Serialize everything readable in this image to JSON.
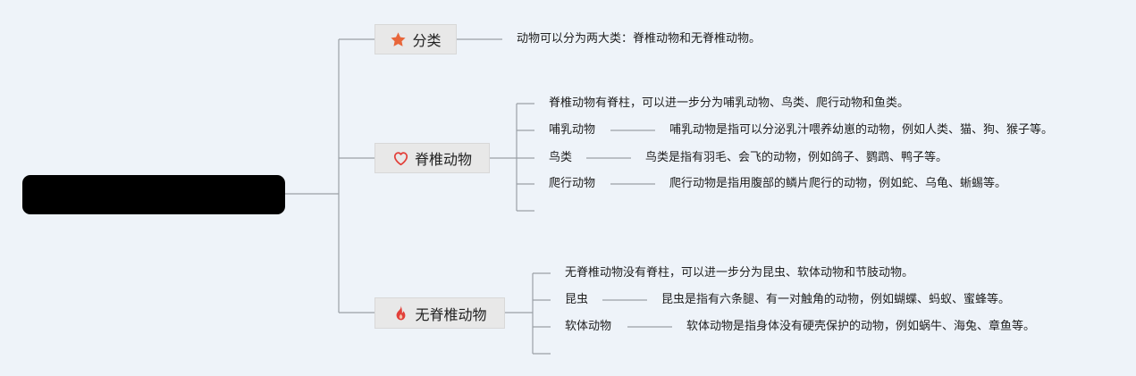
{
  "root": {
    "label": ""
  },
  "categories": [
    {
      "label": "分类",
      "icon": "star-icon",
      "icon_color": "#e8663a",
      "description": "动物可以分为两大类：脊椎动物和无脊椎动物。"
    },
    {
      "label": "脊椎动物",
      "icon": "heart-icon",
      "icon_color": "#e2403a",
      "summary": "脊椎动物有脊柱，可以进一步分为哺乳动物、鸟类、爬行动物和鱼类。",
      "items": [
        {
          "name": "哺乳动物",
          "description": "哺乳动物是指可以分泌乳汁喂养幼崽的动物，例如人类、猫、狗、猴子等。"
        },
        {
          "name": "鸟类",
          "description": "鸟类是指有羽毛、会飞的动物，例如鸽子、鹦鹉、鸭子等。"
        },
        {
          "name": "爬行动物",
          "description": "爬行动物是指用腹部的鳞片爬行的动物，例如蛇、乌龟、蜥蜴等。"
        }
      ]
    },
    {
      "label": "无脊椎动物",
      "icon": "fire-icon",
      "icon_color": "#e2403a",
      "summary": "无脊椎动物没有脊柱，可以进一步分为昆虫、软体动物和节肢动物。",
      "items": [
        {
          "name": "昆虫",
          "description": "昆虫是指有六条腿、有一对触角的动物，例如蝴蝶、蚂蚁、蜜蜂等。"
        },
        {
          "name": "软体动物",
          "description": "软体动物是指身体没有硬壳保护的动物，例如蜗牛、海兔、章鱼等。"
        }
      ]
    }
  ]
}
